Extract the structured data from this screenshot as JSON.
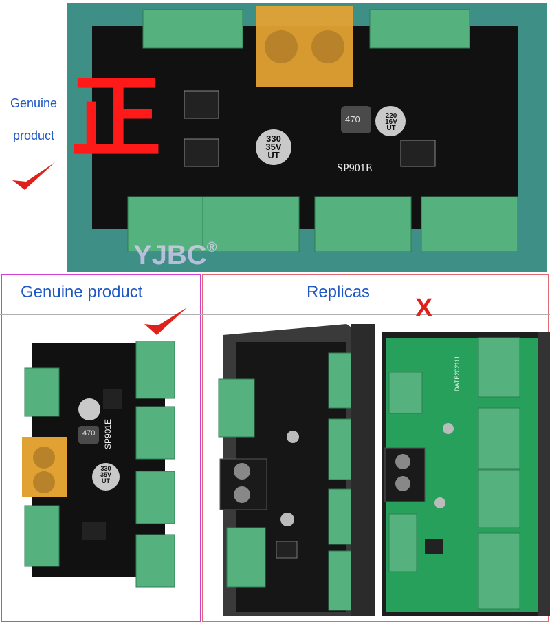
{
  "top_section": {
    "left_label_line1": "Genuine",
    "left_label_line2": "product",
    "chinese_char": "正",
    "board_model": "SP901E",
    "cap_main": [
      "330",
      "35V",
      "UT"
    ],
    "inductor_value": "470",
    "cap_small": [
      "220",
      "16V",
      "UT"
    ],
    "watermark": "YJBC",
    "watermark_mark": "®"
  },
  "comparison": {
    "genuine_header": "Genuine product",
    "replicas_header": "Replicas",
    "genuine_inductor": "470",
    "genuine_cap": [
      "330",
      "35V",
      "UT"
    ],
    "genuine_model": "SP901E",
    "replica_green_date": "DATE202111",
    "x_mark": "X"
  },
  "colors": {
    "header_blue": "#1f57c4",
    "mark_red": "#e0201b",
    "frame_magenta": "#d23dd3",
    "frame_red": "#e06a72",
    "board_black": "#111111",
    "terminal_green": "#4fb27a",
    "fuse_orange": "#e2a233"
  }
}
